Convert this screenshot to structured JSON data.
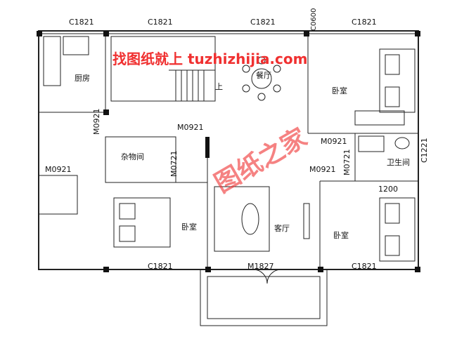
{
  "watermark": {
    "text": "找图纸就上 tuzhizhijia.com",
    "stamp": "图纸之家",
    "color": "#f03030"
  },
  "window_labels": {
    "top_1": "C1821",
    "top_2": "C1821",
    "top_3": "C1821",
    "top_4": "C1821",
    "top_small": "C0600",
    "bottom_left": "C1821",
    "bottom_right": "C1821",
    "right_side": "C1221"
  },
  "door_labels": {
    "kitchen_side": "M0921",
    "kitchen_back": "M0921",
    "storage": "M0921",
    "storage_side": "M0721",
    "bedroom_ne": "M0921",
    "bathroom": "M0721",
    "bedroom_se": "M0921",
    "main_entry": "M1827"
  },
  "rooms": {
    "kitchen": "厨房",
    "dining": "餐厅",
    "stairs_up": "上",
    "storage": "杂物间",
    "living": "客厅",
    "bedroom_ne": "卧室",
    "bathroom": "卫生间",
    "bedroom_sw": "卧室",
    "bedroom_se": "卧室",
    "bathroom_fixture": "1200"
  },
  "colors": {
    "wall": "#111111",
    "line": "#222222",
    "watermark": "#f03030"
  }
}
